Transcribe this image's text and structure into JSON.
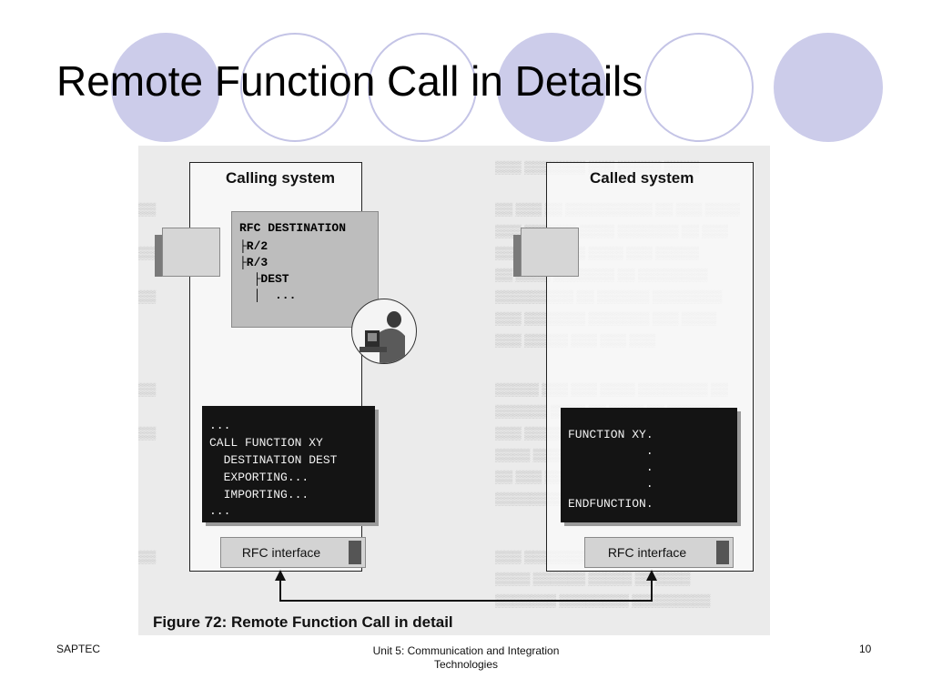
{
  "slide": {
    "title": "Remote Function Call in Details"
  },
  "figure": {
    "calling_system": {
      "title": "Calling system",
      "tree": [
        "RFC DESTINATION",
        "├R/2",
        "├R/3",
        "  ├DEST",
        "  │  ..."
      ],
      "code": [
        "...",
        "CALL FUNCTION XY",
        "  DESTINATION DEST",
        "  EXPORTING...",
        "  IMPORTING...",
        "..."
      ],
      "interface_label": "RFC interface"
    },
    "called_system": {
      "title": "Called system",
      "code": [
        "FUNCTION XY.",
        "           .",
        "           .",
        "           .",
        "ENDFUNCTION."
      ],
      "interface_label": "RFC interface"
    },
    "caption": "Figure 72: Remote Function Call in detail"
  },
  "footer": {
    "left": "SAPTEC",
    "center_line1": "Unit 5: Communication and Integration",
    "center_line2": "Technologies",
    "page_number": "10"
  },
  "colors": {
    "circle_fill": "#ccccea",
    "circle_outline": "#c4c4e6",
    "screen_bg": "#141414"
  }
}
